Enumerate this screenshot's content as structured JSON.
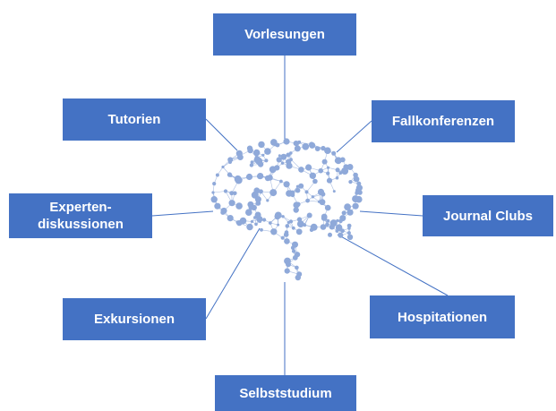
{
  "diagram": {
    "colors": {
      "box_fill": "#4472c4",
      "box_text": "#ffffff",
      "connector": "#4472c4",
      "brain": "#8fa9d9"
    },
    "center_icon": "brain-network-icon",
    "nodes": {
      "vorlesungen": "Vorlesungen",
      "tutorien": "Tutorien",
      "fallkonferenzen": "Fallkonferenzen",
      "experten": "Experten-\ndiskussionen",
      "journal_clubs": "Journal Clubs",
      "exkursionen": "Exkursionen",
      "hospitationen": "Hospitationen",
      "selbststudium": "Selbststudium"
    }
  }
}
